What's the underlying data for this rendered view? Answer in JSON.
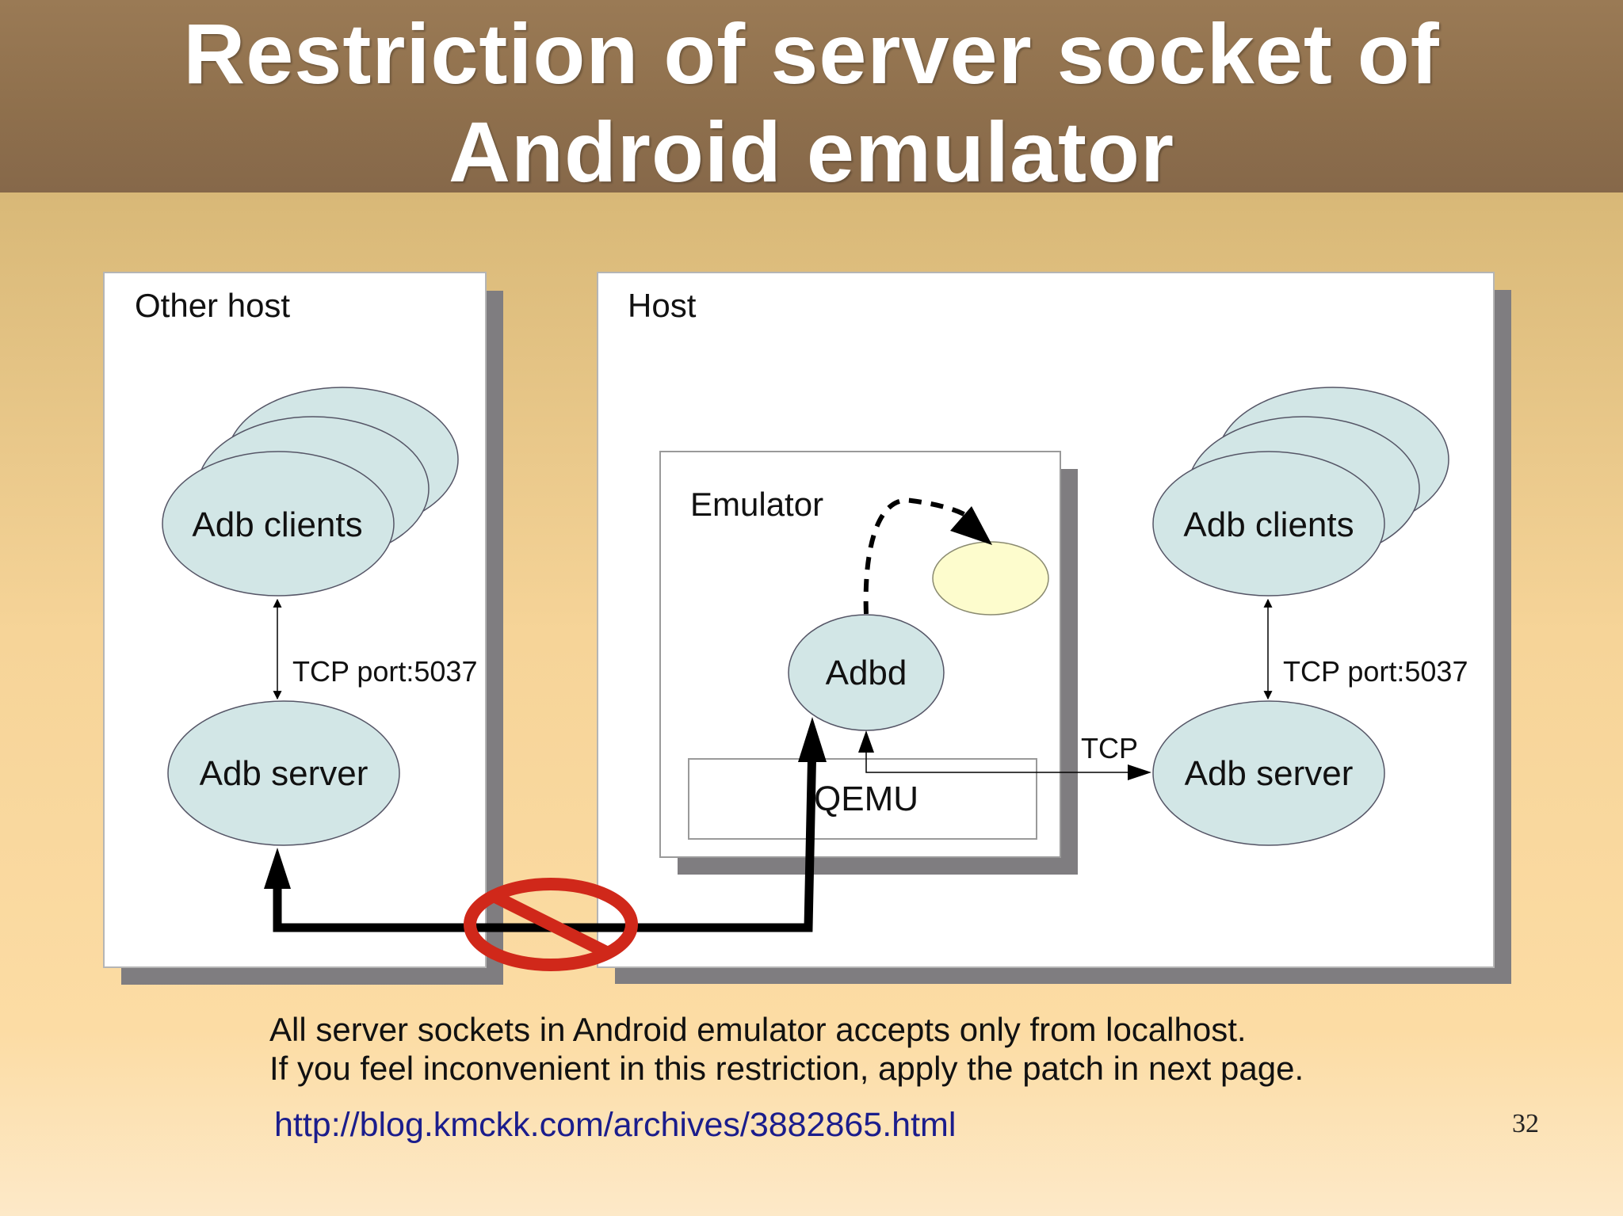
{
  "slide": {
    "title": "Restriction of server socket of\nAndroid  emulator",
    "page_number": "32"
  },
  "diagram": {
    "other_host": {
      "label": "Other host",
      "clients_label": "Adb clients",
      "port_label": "TCP port:5037",
      "server_label": "Adb server"
    },
    "host": {
      "label": "Host",
      "clients_label": "Adb clients",
      "port_label": "TCP port:5037",
      "server_label": "Adb server",
      "tcp_label": "TCP",
      "emulator": {
        "label": "Emulator",
        "adbd_label": "Adbd",
        "qemu_label": "QEMU"
      }
    }
  },
  "caption": {
    "line1": "All server sockets in Android emulator accepts only from localhost.",
    "line2": "If you feel inconvenient in this restriction, apply the patch in next page."
  },
  "source_link": "http://blog.kmckk.com/archives/3882865.html",
  "colors": {
    "title_bar": "#8e6f4c",
    "node_fill": "#d2e6e6",
    "process_fill": "#fdfccd",
    "prohibit_red": "#d0281a",
    "link_blue": "#1b1d8c"
  }
}
